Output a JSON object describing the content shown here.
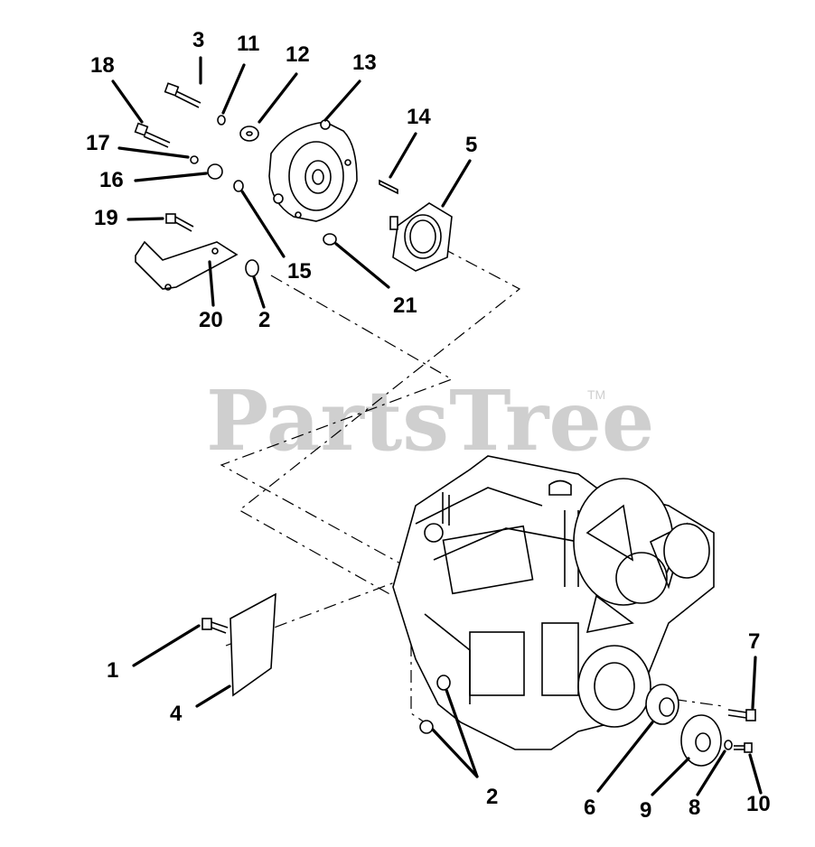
{
  "watermark": {
    "text": "PartsTree",
    "trademark": "TM"
  },
  "callouts": [
    {
      "id": "1",
      "label": "1"
    },
    {
      "id": "2a",
      "label": "2"
    },
    {
      "id": "2b",
      "label": "2"
    },
    {
      "id": "3",
      "label": "3"
    },
    {
      "id": "4",
      "label": "4"
    },
    {
      "id": "5",
      "label": "5"
    },
    {
      "id": "6",
      "label": "6"
    },
    {
      "id": "7",
      "label": "7"
    },
    {
      "id": "8",
      "label": "8"
    },
    {
      "id": "9",
      "label": "9"
    },
    {
      "id": "10",
      "label": "10"
    },
    {
      "id": "11",
      "label": "11"
    },
    {
      "id": "12",
      "label": "12"
    },
    {
      "id": "13",
      "label": "13"
    },
    {
      "id": "14",
      "label": "14"
    },
    {
      "id": "15",
      "label": "15"
    },
    {
      "id": "16",
      "label": "16"
    },
    {
      "id": "17",
      "label": "17"
    },
    {
      "id": "18",
      "label": "18"
    },
    {
      "id": "19",
      "label": "19"
    },
    {
      "id": "20",
      "label": "20"
    },
    {
      "id": "21",
      "label": "21"
    }
  ]
}
